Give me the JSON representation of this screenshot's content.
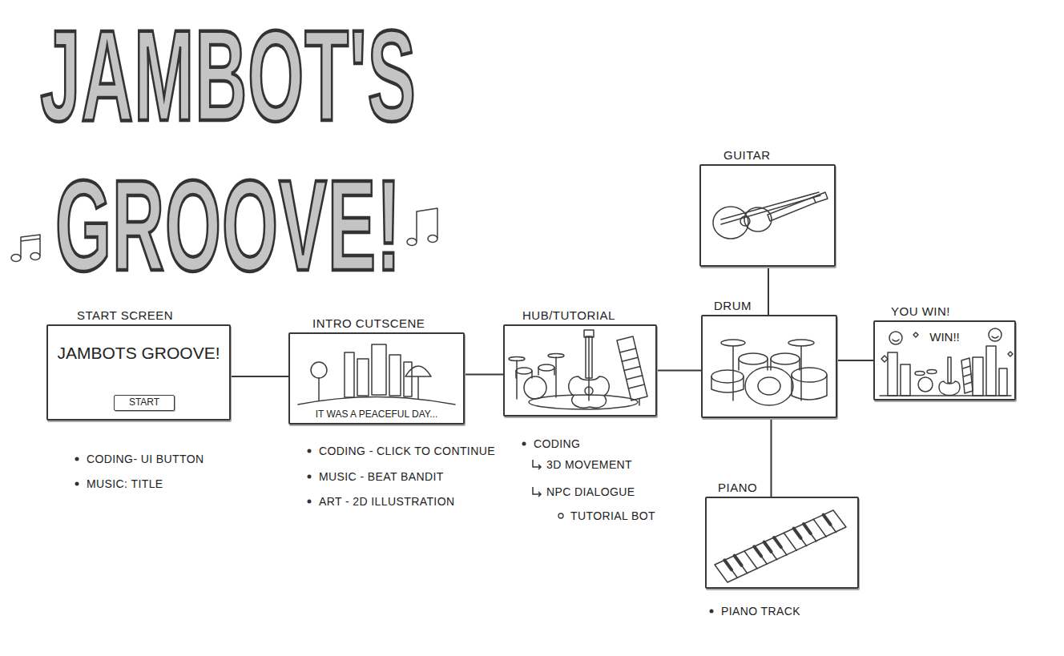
{
  "diagram": {
    "title": "JAMBOT'S GROOVE!",
    "nodes": [
      {
        "text": [
          "START SCREEN",
          "JAMBOTS GROOVE!"
        ]
      },
      {
        "text": [
          "START"
        ],
        "in": 0
      },
      {
        "text": [
          "INTRO CUTSCENE",
          "IT WAS A PEACEFUL DAY..."
        ]
      },
      {
        "text": [
          "HUB/TUTORIAL"
        ]
      },
      {
        "text": [
          "GUITAR"
        ]
      },
      {
        "text": [
          "DRUM"
        ]
      },
      {
        "text": [
          "YOU WIN!",
          "WIN!!"
        ]
      },
      {
        "text": [
          "PIANO"
        ]
      }
    ],
    "edges": [
      {
        "from": 0,
        "to": 2,
        "arrow": "none"
      },
      {
        "from": 2,
        "to": 3,
        "arrow": "none"
      },
      {
        "from": 3,
        "to": 5,
        "arrow": "none"
      },
      {
        "from": 5,
        "to": 4,
        "arrow": "none"
      },
      {
        "from": 5,
        "to": 6,
        "arrow": "none"
      },
      {
        "from": 5,
        "to": 7,
        "arrow": "none"
      }
    ],
    "labels": [
      "CODING- UI BUTTON",
      "MUSIC: TITLE",
      "CODING - CLICK TO CONTINUE",
      "MUSIC - BEAT BANDIT",
      "ART - 2D ILLUSTRATION",
      "CODING",
      "3D MOVEMENT",
      "NPC DIALOGUE",
      "TUTORIAL BOT",
      "PIANO TRACK"
    ]
  }
}
